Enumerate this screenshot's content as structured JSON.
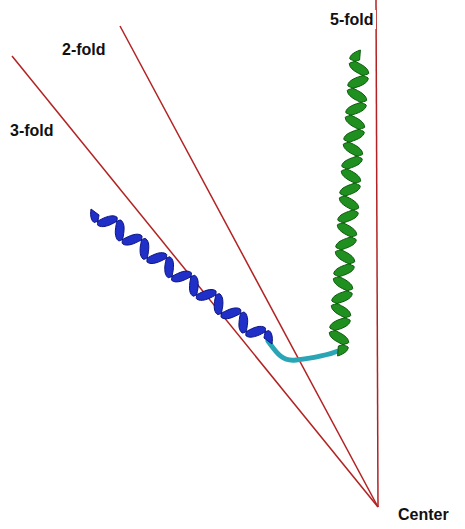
{
  "diagram": {
    "labels": [
      "3-fold",
      "2-fold",
      "5-fold",
      "Center"
    ]
  }
}
